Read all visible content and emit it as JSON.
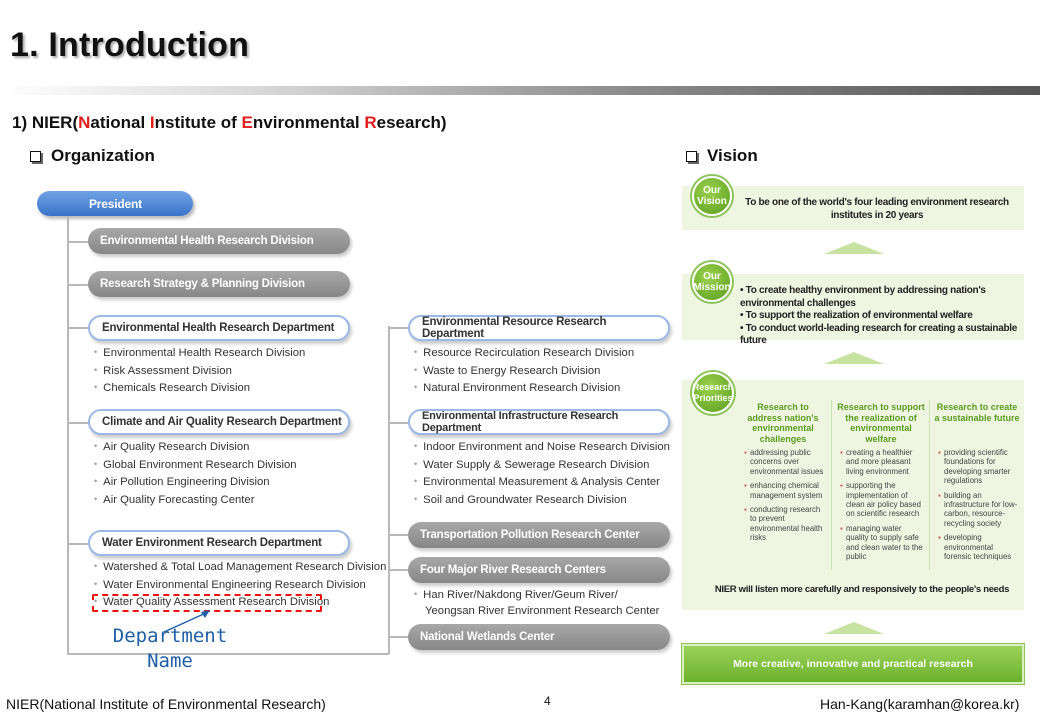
{
  "header": {
    "title": "1. Introduction",
    "subtitle": {
      "prefix": "1) NIER(",
      "n": "N",
      "n_rest": "ational ",
      "i": "I",
      "i_rest": "nstitute of ",
      "e": "E",
      "e_rest": "nvironmental ",
      "r": "R",
      "r_rest": "esearch)"
    }
  },
  "sections": {
    "organization": "Organization",
    "vision": "Vision"
  },
  "org": {
    "president": "President",
    "divisions": [
      "Environmental Health Research Division",
      "Research Strategy & Planning Division"
    ],
    "left_departments": [
      {
        "name": "Environmental Health Research Department",
        "subs": [
          "Environmental Health Research Division",
          "Risk Assessment Division",
          "Chemicals Research Division"
        ]
      },
      {
        "name": "Climate and Air Quality Research Department",
        "subs": [
          "Air Quality Research Division",
          "Global Environment Research Division",
          "Air Pollution Engineering Division",
          "Air Quality Forecasting Center"
        ]
      },
      {
        "name": "Water Environment Research Department",
        "subs": [
          "Watershed & Total Load Management Research Division",
          "Water Environmental Engineering Research Division",
          "Water Quality Assessment Research Division"
        ]
      }
    ],
    "right_departments": [
      {
        "name": "Environmental Resource Research Department",
        "subs": [
          "Resource Recirculation Research Division",
          "Waste to Energy Research Division",
          "Natural Environment Research Division"
        ]
      },
      {
        "name": "Environmental Infrastructure Research Department",
        "subs": [
          "Indoor Environment and Noise Research Division",
          "Water Supply & Sewerage Research Division",
          "Environmental Measurement & Analysis Center",
          "Soil and Groundwater Research Division"
        ]
      }
    ],
    "centers": [
      "Transportation Pollution Research Center",
      "Four Major River Research Centers",
      "National Wetlands Center"
    ],
    "river_subs": [
      "Han River/Nakdong River/Geum River/",
      "Yeongsan River Environment Research Center"
    ],
    "annotation": "Department Name"
  },
  "vision": {
    "our_vision_label": "Our Vision",
    "our_vision_text": "To be one of the world's four leading environment research institutes in 20 years",
    "our_mission_label": "Our Mission",
    "mission_items": [
      "• To create healthy environment by addressing nation's environmental challenges",
      "• To support the realization of environmental welfare",
      "• To conduct world-leading research for creating a sustainable future"
    ],
    "priorities_label": "Research Priorities",
    "columns": [
      {
        "head": "Research to address nation's environmental challenges",
        "items": [
          "addressing public concerns over environmental issues",
          "enhancing chemical management system",
          "conducting research to prevent environmental health risks"
        ]
      },
      {
        "head": "Research to support the realization of environmental welfare",
        "items": [
          "creating a healthier and more pleasant living environment",
          "supporting the implementation of clean air policy based on scientific research",
          "managing water quality to supply safe and clean water to the public"
        ]
      },
      {
        "head": "Research to create a sustainable future",
        "items": [
          "providing scientific foundations for developing smarter regulations",
          "building an infrastructure for low-carbon, resource-recycling society",
          "developing environmental forensic techniques"
        ]
      }
    ],
    "listen_text": "NIER will listen more carefully and responsively to the people's needs",
    "bottom_banner": "More creative, innovative and practical research"
  },
  "footer": {
    "left": "NIER(National Institute of Environmental Research)",
    "page": "4",
    "right": "Han-Kang(karamhan@korea.kr)"
  },
  "colors": {
    "accent_red": "#e21d1d",
    "blue_pill": "#3a74c9",
    "green": "#5a9c1e"
  }
}
